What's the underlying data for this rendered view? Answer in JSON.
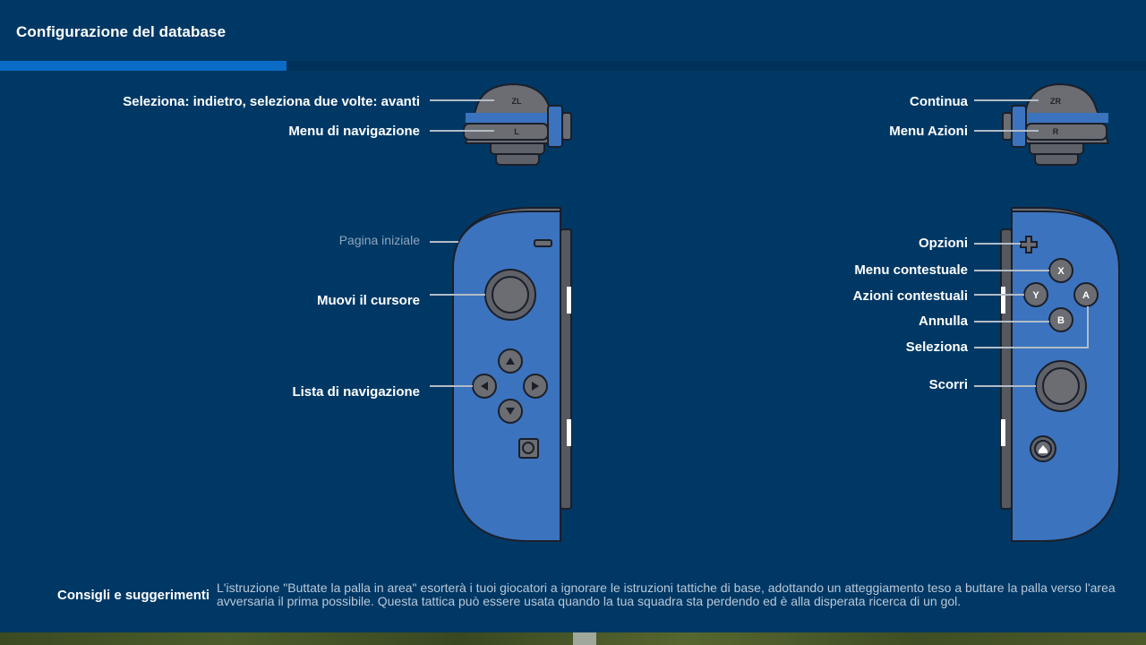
{
  "header": {
    "title": "Configurazione del database"
  },
  "progress": {
    "value": 0.25
  },
  "colors": {
    "background": "#003865",
    "accent": "#0a6cc6",
    "controller": "#3b73be"
  },
  "left_controller": {
    "labels": {
      "zl": "Seleziona: indietro, seleziona due volte: avanti",
      "l": "Menu di navigazione",
      "minus": "Pagina iniziale",
      "stick": "Muovi il cursore",
      "dpad": "Lista di navigazione"
    },
    "button_glyphs": {
      "zl": "ZL",
      "l": "L"
    }
  },
  "right_controller": {
    "labels": {
      "zr": "Continua",
      "r": "Menu Azioni",
      "plus": "Opzioni",
      "x": "Menu contestuale",
      "y": "Azioni contestuali",
      "b": "Annulla",
      "a": "Seleziona",
      "stick": "Scorri"
    },
    "button_glyphs": {
      "zr": "ZR",
      "r": "R",
      "x": "X",
      "y": "Y",
      "a": "A",
      "b": "B"
    }
  },
  "tips": {
    "title": "Consigli e suggerimenti",
    "text": "L'istruzione \"Buttate la palla in area\" esorterà i tuoi giocatori a ignorare le istruzioni tattiche di base, adottando un atteggiamento teso a buttare la palla verso l'area avversaria il prima possibile. Questa tattica può essere usata quando la tua squadra sta perdendo ed è alla disperata ricerca di un gol."
  }
}
